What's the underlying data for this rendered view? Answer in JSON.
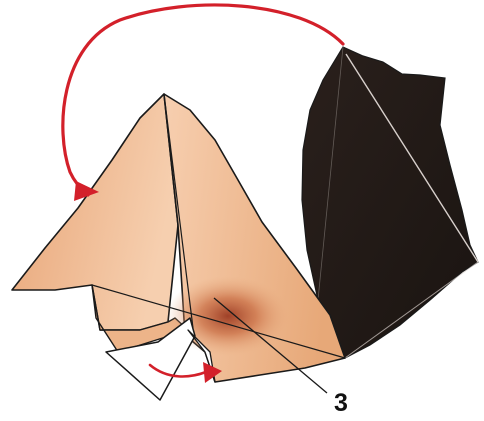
{
  "callout": {
    "label": "3"
  },
  "colors": {
    "skin_light": "#F8D2B4",
    "skin_dark": "#E6A575",
    "outline": "#1a1a1a",
    "black_panel": "#221915",
    "arrow": "#D3202A",
    "fold_line_light": "#d8d0cc",
    "crease_center": "#9B3A22"
  },
  "icons": {
    "top_arrow": "curved-fold-arrow",
    "bottom_arrow": "small-curved-arrow"
  }
}
